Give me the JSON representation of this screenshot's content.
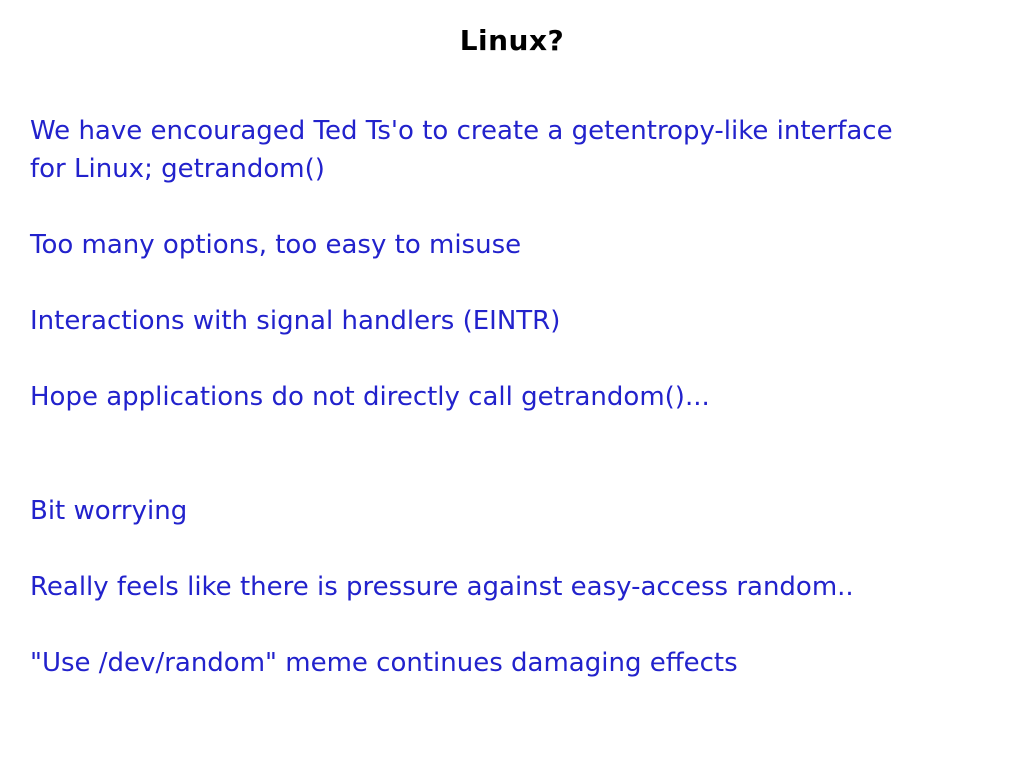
{
  "slide": {
    "title": "Linux?",
    "paragraphs": [
      "We have encouraged Ted Ts'o to create a getentropy-like interface\nfor Linux; getrandom()",
      "Too many options, too easy to misuse",
      "Interactions with signal handlers (EINTR)",
      "Hope applications do not directly call getrandom()...",
      "Bit worrying",
      "Really feels like there is pressure against easy-access random..",
      "\"Use /dev/random\" meme continues damaging effects"
    ],
    "colors": {
      "background": "#ffffff",
      "title_text": "#000000",
      "body_text": "#2222cc"
    }
  }
}
